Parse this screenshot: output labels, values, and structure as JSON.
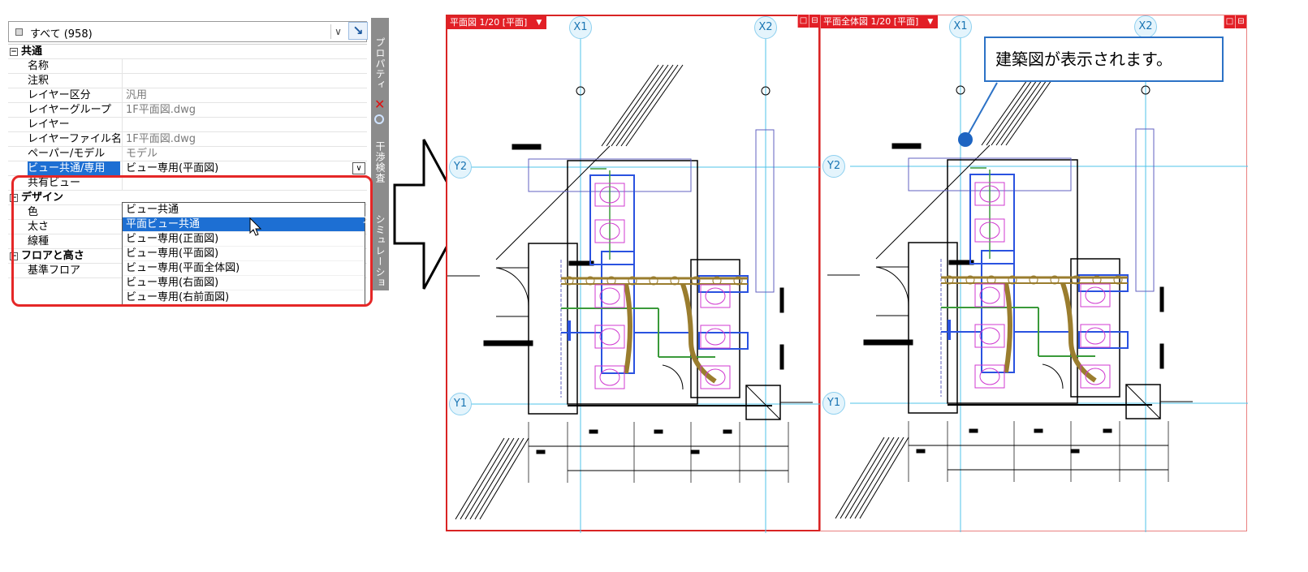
{
  "properties": {
    "filter_label": "すべて (958)",
    "filter_dropdown_glyph": "∨",
    "rows": [
      {
        "type": "category",
        "label": "共通"
      },
      {
        "type": "prop",
        "label": "名称",
        "value": ""
      },
      {
        "type": "prop",
        "label": "注釈",
        "value": ""
      },
      {
        "type": "prop",
        "label": "レイヤー区分",
        "value": "汎用"
      },
      {
        "type": "prop",
        "label": "レイヤーグループ",
        "value": "1F平面図.dwg"
      },
      {
        "type": "prop",
        "label": "レイヤー",
        "value": ""
      },
      {
        "type": "prop",
        "label": "レイヤーファイル名",
        "value": "1F平面図.dwg"
      },
      {
        "type": "prop",
        "label": "ペーパー/モデル",
        "value": "モデル"
      },
      {
        "type": "selected",
        "label": "ビュー共通/専用",
        "value": "ビュー専用(平面図)"
      },
      {
        "type": "prop",
        "label": "共有ビュー",
        "value": ""
      },
      {
        "type": "category",
        "label": "デザイン"
      },
      {
        "type": "prop",
        "label": "色",
        "value": ""
      },
      {
        "type": "prop",
        "label": "太さ",
        "value": ""
      },
      {
        "type": "prop",
        "label": "線種",
        "value": ""
      },
      {
        "type": "category",
        "label": "フロアと高さ"
      },
      {
        "type": "prop",
        "label": "基準フロア",
        "value": ""
      }
    ],
    "dropdown_options": [
      "ビュー共通",
      "平面ビュー共通",
      "ビュー専用(正面図)",
      "ビュー専用(平面図)",
      "ビュー専用(平面全体図)",
      "ビュー専用(右面図)",
      "ビュー専用(右前面図)"
    ],
    "highlighted_option": 1,
    "side_tabs": [
      "プロパティ",
      "干渉検査",
      "シミュレーション"
    ]
  },
  "views": [
    {
      "title": "平面図 1/20 [平面]",
      "buttons": [
        "□",
        "⊟"
      ]
    },
    {
      "title": "平面全体図 1/20 [平面]",
      "buttons": [
        "□",
        "⊟"
      ]
    }
  ],
  "grid_labels": {
    "x1": "X1",
    "x2": "X2",
    "y1": "Y1",
    "y2": "Y2"
  },
  "callout": {
    "text": "建築図が表示されます。"
  },
  "colors": {
    "accent_red": "#e21f26",
    "selection_blue": "#1d6fd3",
    "grid_cyan": "#4fc3e8",
    "pipe_brown": "#9a7d2e",
    "fixture_magenta": "#d03ad0",
    "pipe_blue": "#2a52e0",
    "pipe_green": "#3a9a3a"
  }
}
